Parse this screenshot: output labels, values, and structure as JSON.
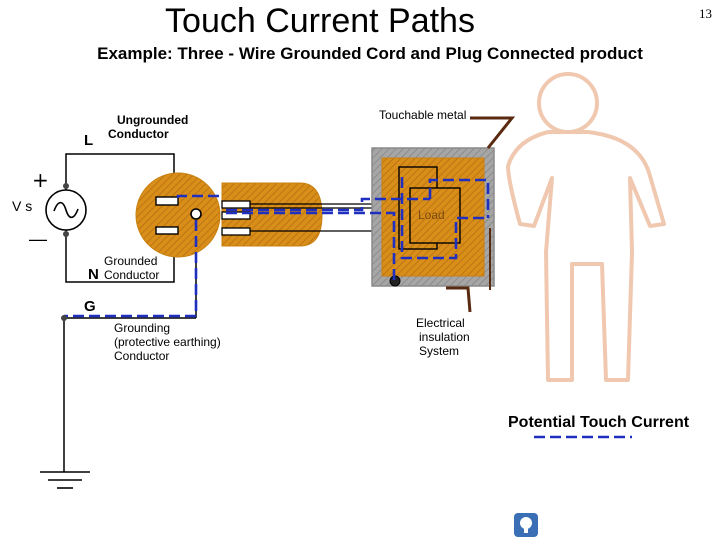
{
  "title": "Touch Current Paths",
  "page_number": "13",
  "subtitle": "Example: Three - Wire Grounded Cord and Plug Connected product",
  "labels": {
    "ungrounded_conductor": [
      "Ungrounded",
      "Conductor"
    ],
    "L": "L",
    "plus": "+",
    "vs": "V s",
    "minus": "—",
    "grounded_conductor": [
      "Grounded",
      "Conductor"
    ],
    "N": "N",
    "G": "G",
    "grounding_conductor": [
      "Grounding",
      "(protective earthing)",
      "Conductor"
    ],
    "touchable_metal": "Touchable metal",
    "load": "Load",
    "insulation": [
      "Electrical",
      "insulation",
      "System"
    ],
    "legend": "Potential Touch Current"
  },
  "colors": {
    "orange": "#d98e1a",
    "hatch": "#b06a10",
    "blue_dash": "#1f2fbf",
    "metal_gray": "#9a9a9a",
    "person": "#f0c8b0"
  }
}
